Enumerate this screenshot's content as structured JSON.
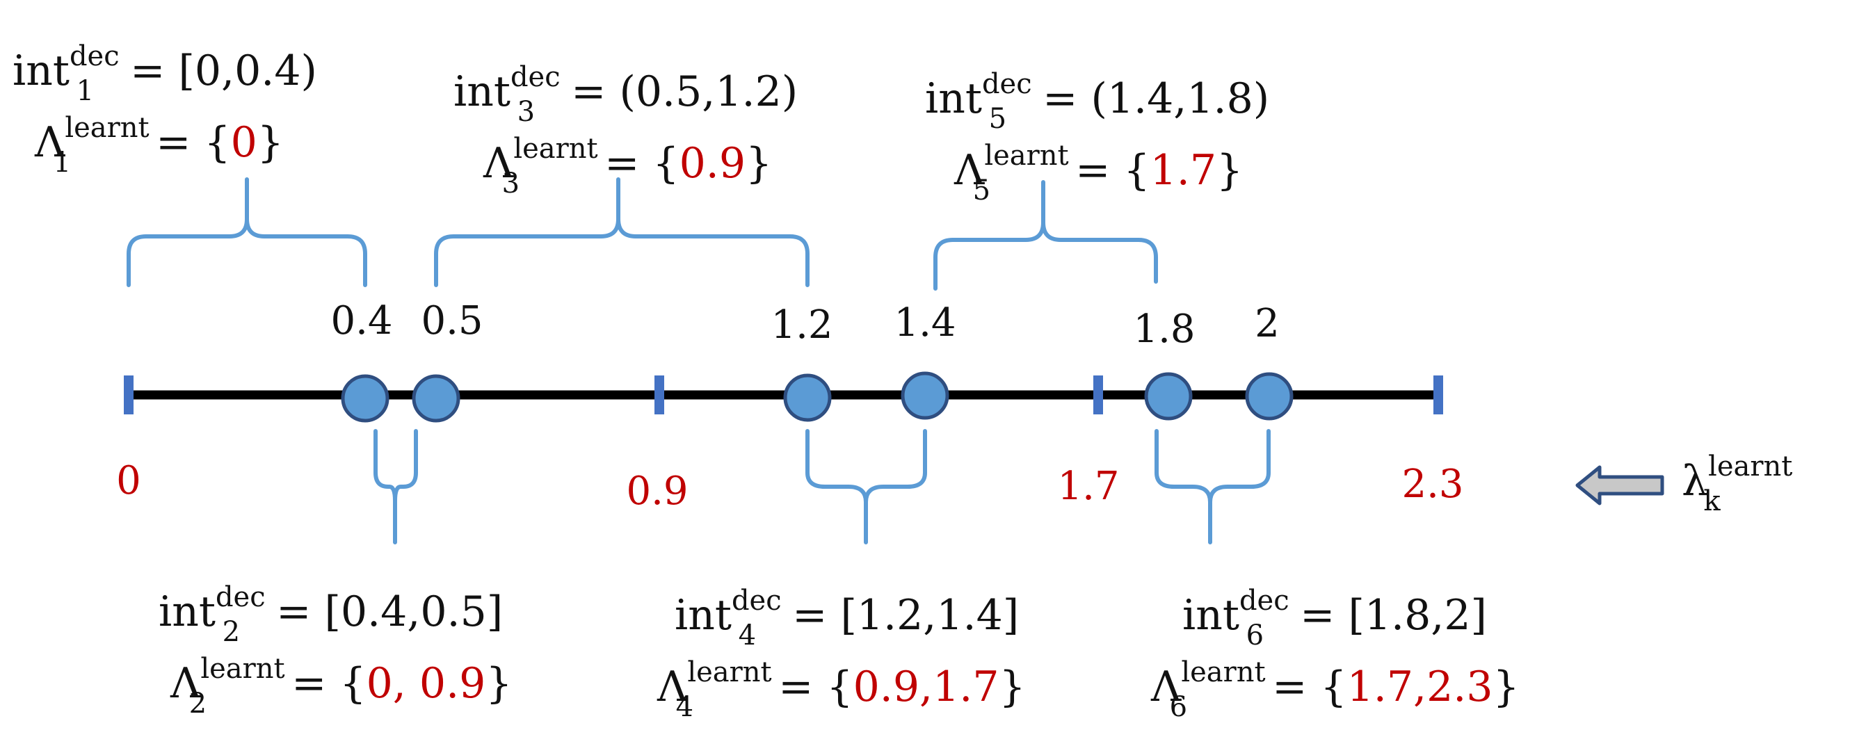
{
  "colors": {
    "axis": "#000000",
    "circle_fill": "#5b9bd5",
    "circle_stroke": "#2f4e80",
    "tick": "#4472c4",
    "brace": "#5b9bd5",
    "learnt": "#c00000",
    "text": "#111111",
    "arrow_fill": "#c8c8c8",
    "arrow_stroke": "#2f4e80"
  },
  "decision_points": [
    "0.4",
    "0.5",
    "1.2",
    "1.4",
    "1.8",
    "2"
  ],
  "learnt_points": [
    "0",
    "0.9",
    "1.7",
    "2.3"
  ],
  "arrow_label": {
    "base": "λ",
    "sup": "learnt",
    "sub": "k"
  },
  "intervals": [
    {
      "id": 1,
      "int_base": "int",
      "int_sup": "dec",
      "int_sub": "1",
      "int_value": "= [0,0.4)",
      "lambda_base": "Λ",
      "lambda_sup": "learnt",
      "lambda_sub": "1",
      "set_eq": "= {",
      "set_values": "0",
      "set_close": "}"
    },
    {
      "id": 2,
      "int_base": "int",
      "int_sup": "dec",
      "int_sub": "2",
      "int_value": "= [0.4,0.5]",
      "lambda_base": "Λ",
      "lambda_sup": "learnt",
      "lambda_sub": "2",
      "set_eq": "= {",
      "set_values": "0, 0.9",
      "set_close": "}"
    },
    {
      "id": 3,
      "int_base": "int",
      "int_sup": "dec",
      "int_sub": "3",
      "int_value": "= (0.5,1.2)",
      "lambda_base": "Λ",
      "lambda_sup": "learnt",
      "lambda_sub": "3",
      "set_eq": "= {",
      "set_values": "0.9",
      "set_close": "}"
    },
    {
      "id": 4,
      "int_base": "int",
      "int_sup": "dec",
      "int_sub": "4",
      "int_value": "= [1.2,1.4]",
      "lambda_base": "Λ",
      "lambda_sup": "learnt",
      "lambda_sub": "4",
      "set_eq": "= {",
      "set_values": "0.9,1.7",
      "set_close": "}"
    },
    {
      "id": 5,
      "int_base": "int",
      "int_sup": "dec",
      "int_sub": "5",
      "int_value": "= (1.4,1.8)",
      "lambda_base": "Λ",
      "lambda_sup": "learnt",
      "lambda_sub": "5",
      "set_eq": "= {",
      "set_values": "1.7",
      "set_close": "}"
    },
    {
      "id": 6,
      "int_base": "int",
      "int_sup": "dec",
      "int_sub": "6",
      "int_value": "= [1.8,2]",
      "lambda_base": "Λ",
      "lambda_sup": "learnt",
      "lambda_sub": "6",
      "set_eq": "= {",
      "set_values": "1.7,2.3",
      "set_close": "}"
    }
  ]
}
